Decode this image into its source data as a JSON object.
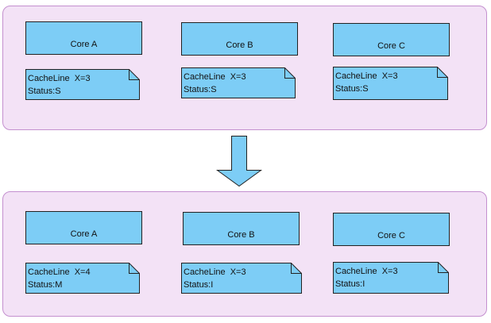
{
  "colors": {
    "panel_fill": "#f3e2f6",
    "panel_border": "#c490cf",
    "box_fill": "#7dcdf6",
    "box_border": "#222222",
    "arrow_fill": "#7dcdf6"
  },
  "before": {
    "cores": [
      {
        "label": "Core A",
        "line": "CacheLine  X=3",
        "status": "Status:S"
      },
      {
        "label": "Core B",
        "line": "CacheLine  X=3",
        "status": "Status:S"
      },
      {
        "label": "Core C",
        "line": "CacheLine  X=3",
        "status": "Status:S"
      }
    ]
  },
  "after": {
    "cores": [
      {
        "label": "Core A",
        "line": "CacheLine  X=4",
        "status": "Status:M"
      },
      {
        "label": "Core B",
        "line": "CacheLine  X=3",
        "status": "Status:I"
      },
      {
        "label": "Core C",
        "line": "CacheLine  X=3",
        "status": "Status:I"
      }
    ]
  }
}
